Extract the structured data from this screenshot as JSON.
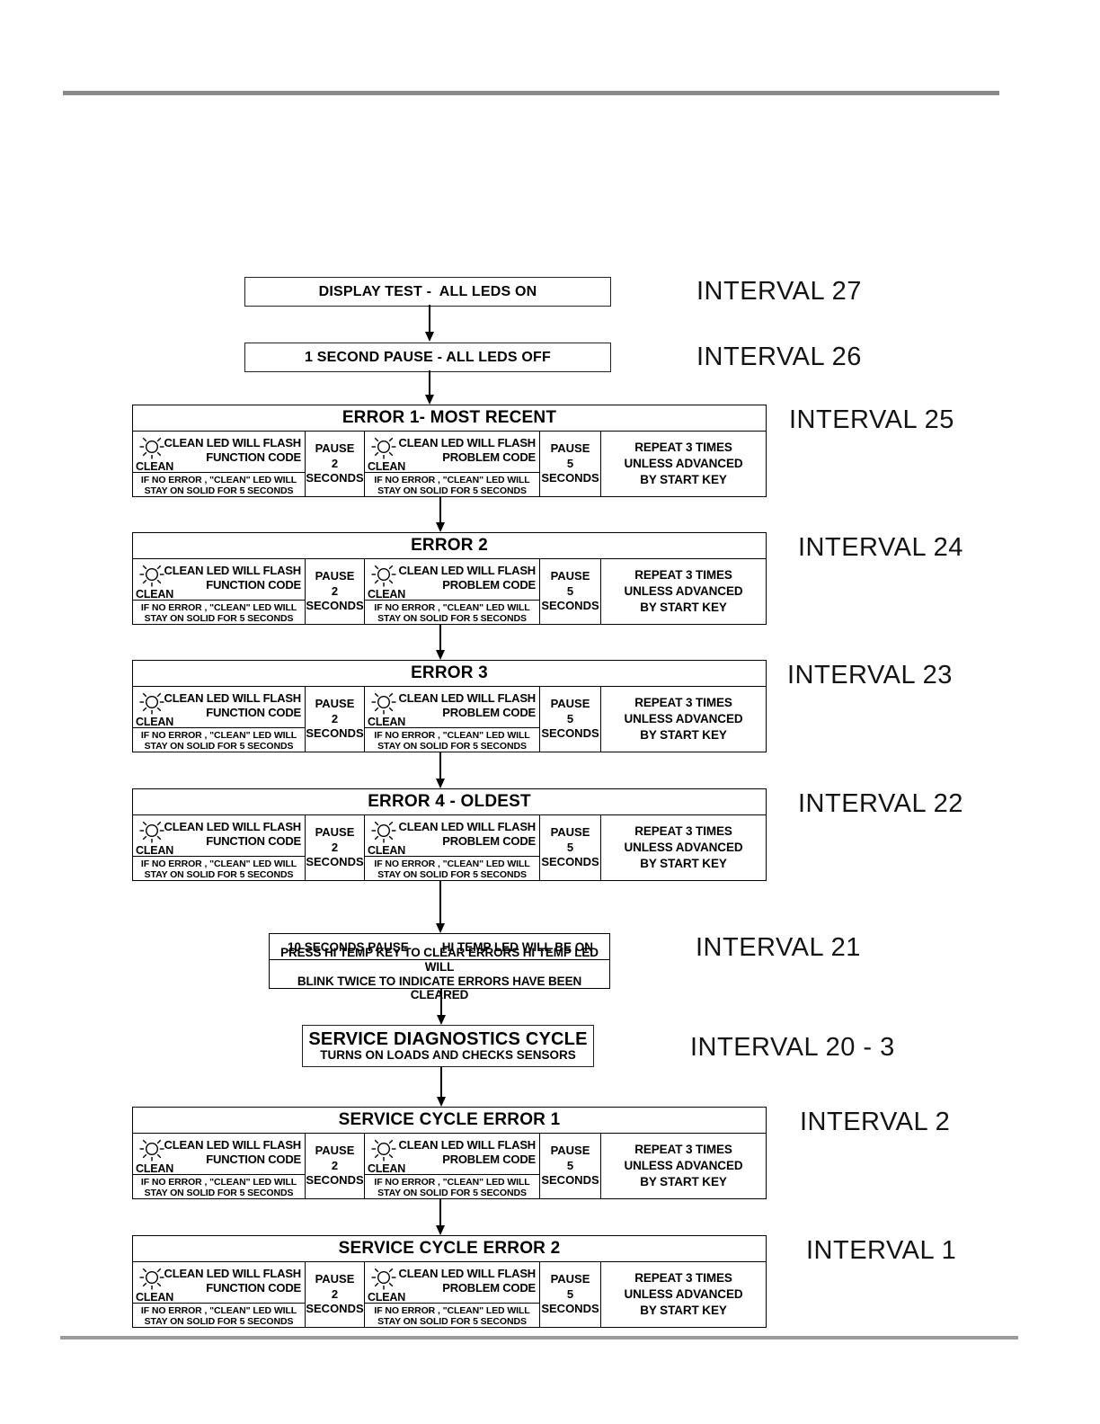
{
  "rules": {
    "top_color": "#8a8a8a",
    "bottom_color": "#9a9a9a"
  },
  "flow": {
    "display_test": {
      "label": "DISPLAY TEST -  ALL LEDS ON",
      "interval": "INTERVAL 27"
    },
    "pause_1s": {
      "label": "1 SECOND PAUSE - ALL LEDS OFF",
      "interval": "INTERVAL 26"
    },
    "error_boxes": [
      {
        "title": "ERROR 1- MOST RECENT",
        "interval": "INTERVAL 25"
      },
      {
        "title": "ERROR 2",
        "interval": "INTERVAL 24"
      },
      {
        "title": "ERROR 3",
        "interval": "INTERVAL 23"
      },
      {
        "title": "ERROR 4 - OLDEST",
        "interval": "INTERVAL 22"
      },
      {
        "title": "SERVICE CYCLE ERROR 1",
        "interval": "INTERVAL 2"
      },
      {
        "title": "SERVICE CYCLE ERROR 2",
        "interval": "INTERVAL 1"
      }
    ],
    "error_box_cells": {
      "led_label": "CLEAN",
      "flash_line": "CLEAN LED WILL FLASH",
      "function_line": "FUNCTION CODE",
      "problem_line": "PROBLEM CODE",
      "no_error_line1": "IF NO ERROR , \"CLEAN\" LED WILL",
      "no_error_line2": "STAY ON SOLID FOR 5 SECONDS",
      "pause_word": "PAUSE",
      "pause2_value": "2",
      "pause5_value": "5",
      "seconds_word": "SECONDS",
      "repeat_line1": "REPEAT 3 TIMES",
      "repeat_line2": "UNLESS ADVANCED",
      "repeat_line3": "BY START KEY"
    },
    "pause10": {
      "row1_left": "10 SECONDS PAUSE",
      "row1_right": "HI TEMP LED WILL BE ON",
      "row2_line1": "PRESS HI TEMP KEY TO CLEAR ERRORS HI TEMP LED WILL",
      "row2_line2": "BLINK TWICE TO INDICATE ERRORS HAVE BEEN CLEARED",
      "interval": "INTERVAL 21"
    },
    "service_diag": {
      "title": "SERVICE DIAGNOSTICS CYCLE",
      "subtitle": "TURNS ON LOADS AND CHECKS SENSORS",
      "interval": "INTERVAL 20 - 3"
    }
  }
}
